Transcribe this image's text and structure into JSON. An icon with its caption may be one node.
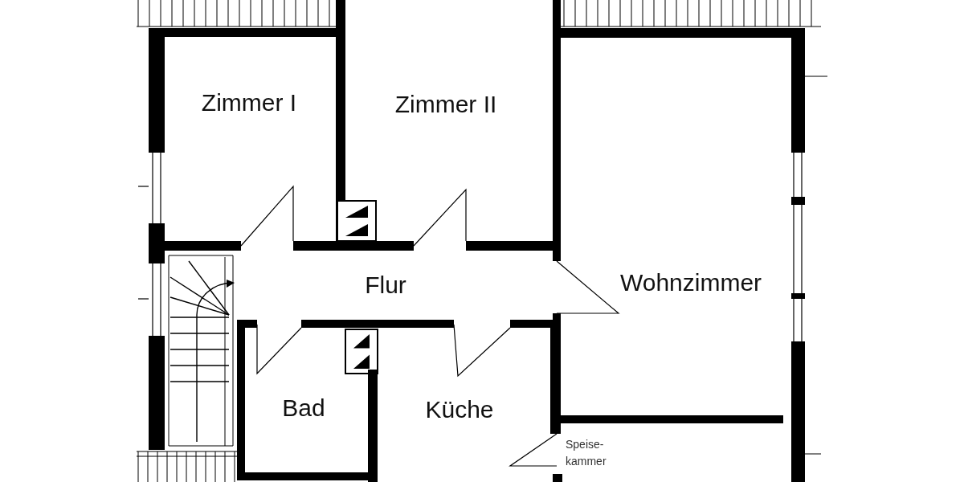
{
  "diagram": {
    "nodes": [
      {
        "text": [
          "Zimmer I"
        ]
      },
      {
        "text": [
          "Zimmer II"
        ]
      },
      {
        "text": [
          "Flur"
        ]
      },
      {
        "text": [
          "Wohnzimmer"
        ]
      },
      {
        "text": [
          "Bad"
        ]
      },
      {
        "text": [
          "Küche"
        ]
      },
      {
        "text": [
          "Speise- kammer"
        ]
      }
    ]
  }
}
